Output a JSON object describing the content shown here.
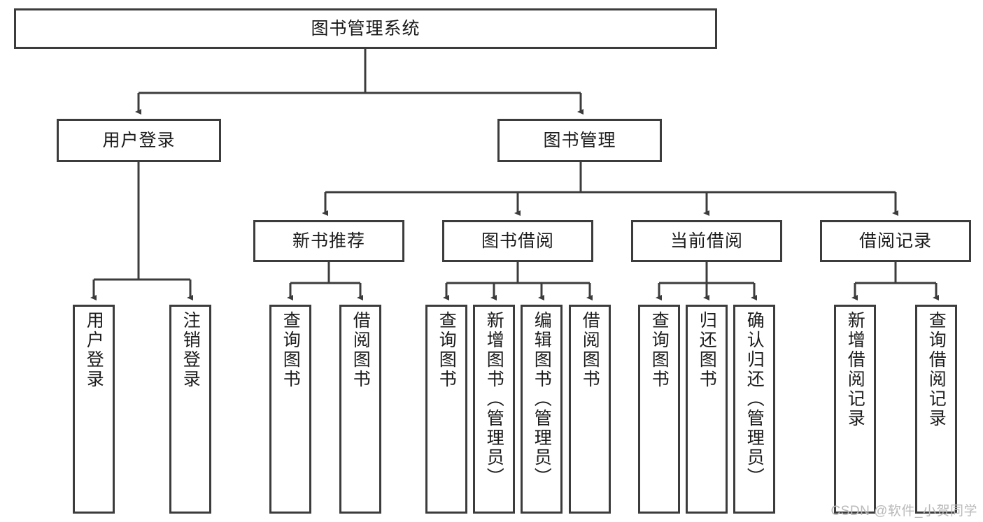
{
  "diagram": {
    "title": "图书管理系统",
    "watermark": "CSDN @软件_小贺同学",
    "colors": {
      "box_border": "#3c3c3c",
      "edge": "#3c3c3c",
      "background": "#ffffff",
      "text": "#1b1b1b",
      "watermark": "#b9b9b9"
    },
    "nodes": {
      "root": {
        "label": "图书管理系统"
      },
      "level2": [
        {
          "label": "用户登录"
        },
        {
          "label": "图书管理"
        }
      ],
      "level3": [
        {
          "label": "新书推荐"
        },
        {
          "label": "图书借阅"
        },
        {
          "label": "当前借阅"
        },
        {
          "label": "借阅记录"
        }
      ],
      "leaves": {
        "user_login": [
          {
            "label": "用户登录"
          },
          {
            "label": "注销登录"
          }
        ],
        "new_book_recommend": [
          {
            "label": "查询图书"
          },
          {
            "label": "借阅图书"
          }
        ],
        "book_borrow": [
          {
            "label": "查询图书"
          },
          {
            "label": "新增图书（管理员）"
          },
          {
            "label": "编辑图书（管理员）"
          },
          {
            "label": "借阅图书"
          }
        ],
        "current_borrow": [
          {
            "label": "查询图书"
          },
          {
            "label": "归还图书"
          },
          {
            "label": "确认归还（管理员）"
          }
        ],
        "borrow_record": [
          {
            "label": "新增借阅记录"
          },
          {
            "label": "查询借阅记录"
          }
        ]
      }
    }
  }
}
